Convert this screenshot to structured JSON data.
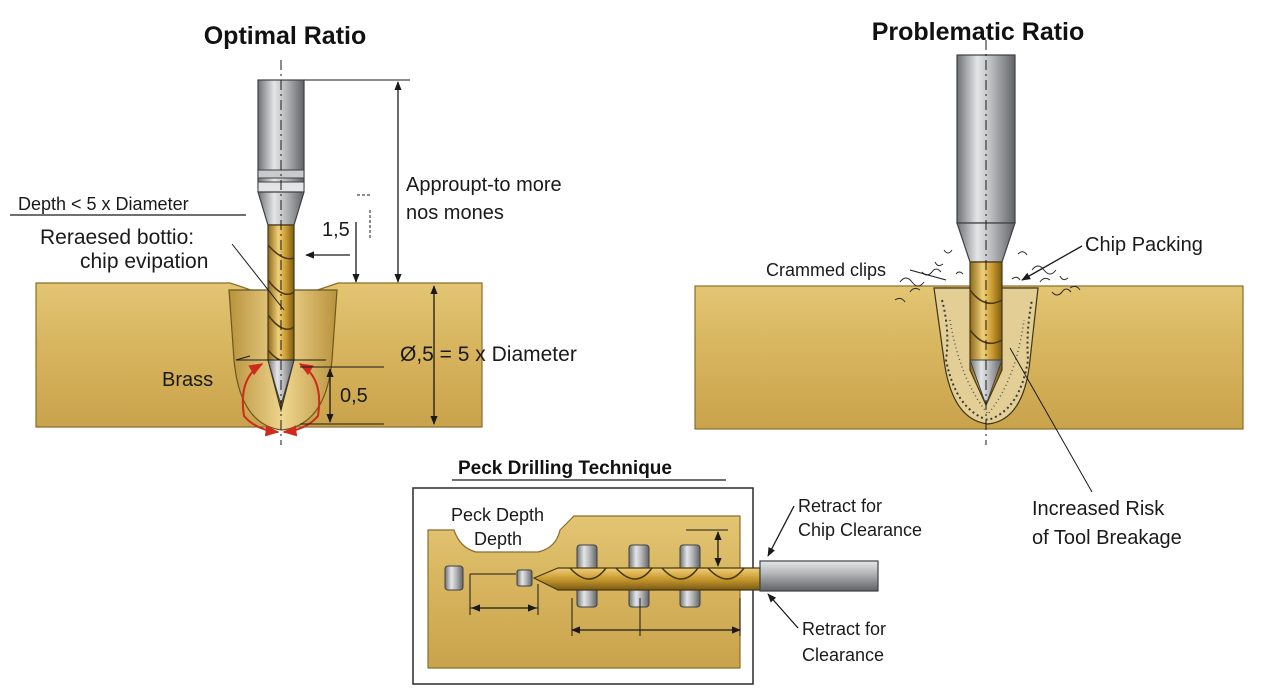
{
  "optimal": {
    "title": "Optimal Ratio",
    "depth_rule": "Depth < 5 x Diameter",
    "feature_line1": "Reraesed bottio:",
    "feature_line2": "chip evipation",
    "approach_line1": "Approupt-to more",
    "approach_line2": "nos mones",
    "dim_top": "1,5",
    "dim_bottom": "0,5",
    "dim_depth": "Ø,5 = 5 x Diameter",
    "material": "Brass"
  },
  "problematic": {
    "title": "Problematic Ratio",
    "crammed": "Crammed clips",
    "packing": "Chip Packing",
    "risk_line1": "Increased Risk",
    "risk_line2": "of Tool Breakage"
  },
  "peck": {
    "title": "Peck Drilling Technique",
    "peck_line1": "Peck Depth",
    "peck_line2": "Depth",
    "retract_chip_line1": "Retract for",
    "retract_chip_line2": "Chip Clearance",
    "retract_line1": "Retract for",
    "retract_line2": "Clearance"
  },
  "colors": {
    "brass": "#d9b863",
    "brass_dark": "#a8873a",
    "steel": "#a9abae",
    "steel_dark": "#6d7074",
    "gold": "#c99a2e",
    "arrow_red": "#cc2b1d"
  }
}
